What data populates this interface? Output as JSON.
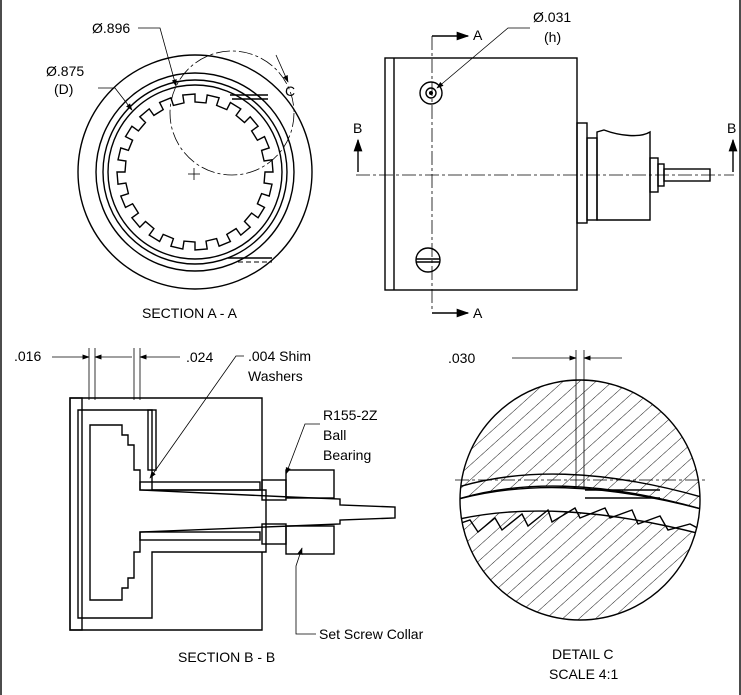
{
  "border_color": "#000000",
  "background": "#ffffff",
  "section_aa": {
    "title": "SECTION A - A",
    "dim_outer": "Ø.896",
    "dim_inner": "Ø.875",
    "dim_inner_ref": "(D)",
    "detail_tag": "C"
  },
  "side_view": {
    "hole_dim": "Ø.031",
    "hole_ref": "(h)",
    "cut_a_top": "A",
    "cut_a_bottom": "A",
    "cut_b_left": "B",
    "cut_b_right": "B"
  },
  "section_bb": {
    "title": "SECTION B - B",
    "dim_016": ".016",
    "dim_024": ".024",
    "shim_line1": ".004 Shim",
    "shim_line2": "Washers",
    "bearing_line1": "R155-2Z",
    "bearing_line2": "Ball",
    "bearing_line3": "Bearing",
    "collar": "Set Screw Collar"
  },
  "detail_c": {
    "dim_030": ".030",
    "title_line1": "DETAIL C",
    "title_line2": "SCALE 4:1"
  }
}
